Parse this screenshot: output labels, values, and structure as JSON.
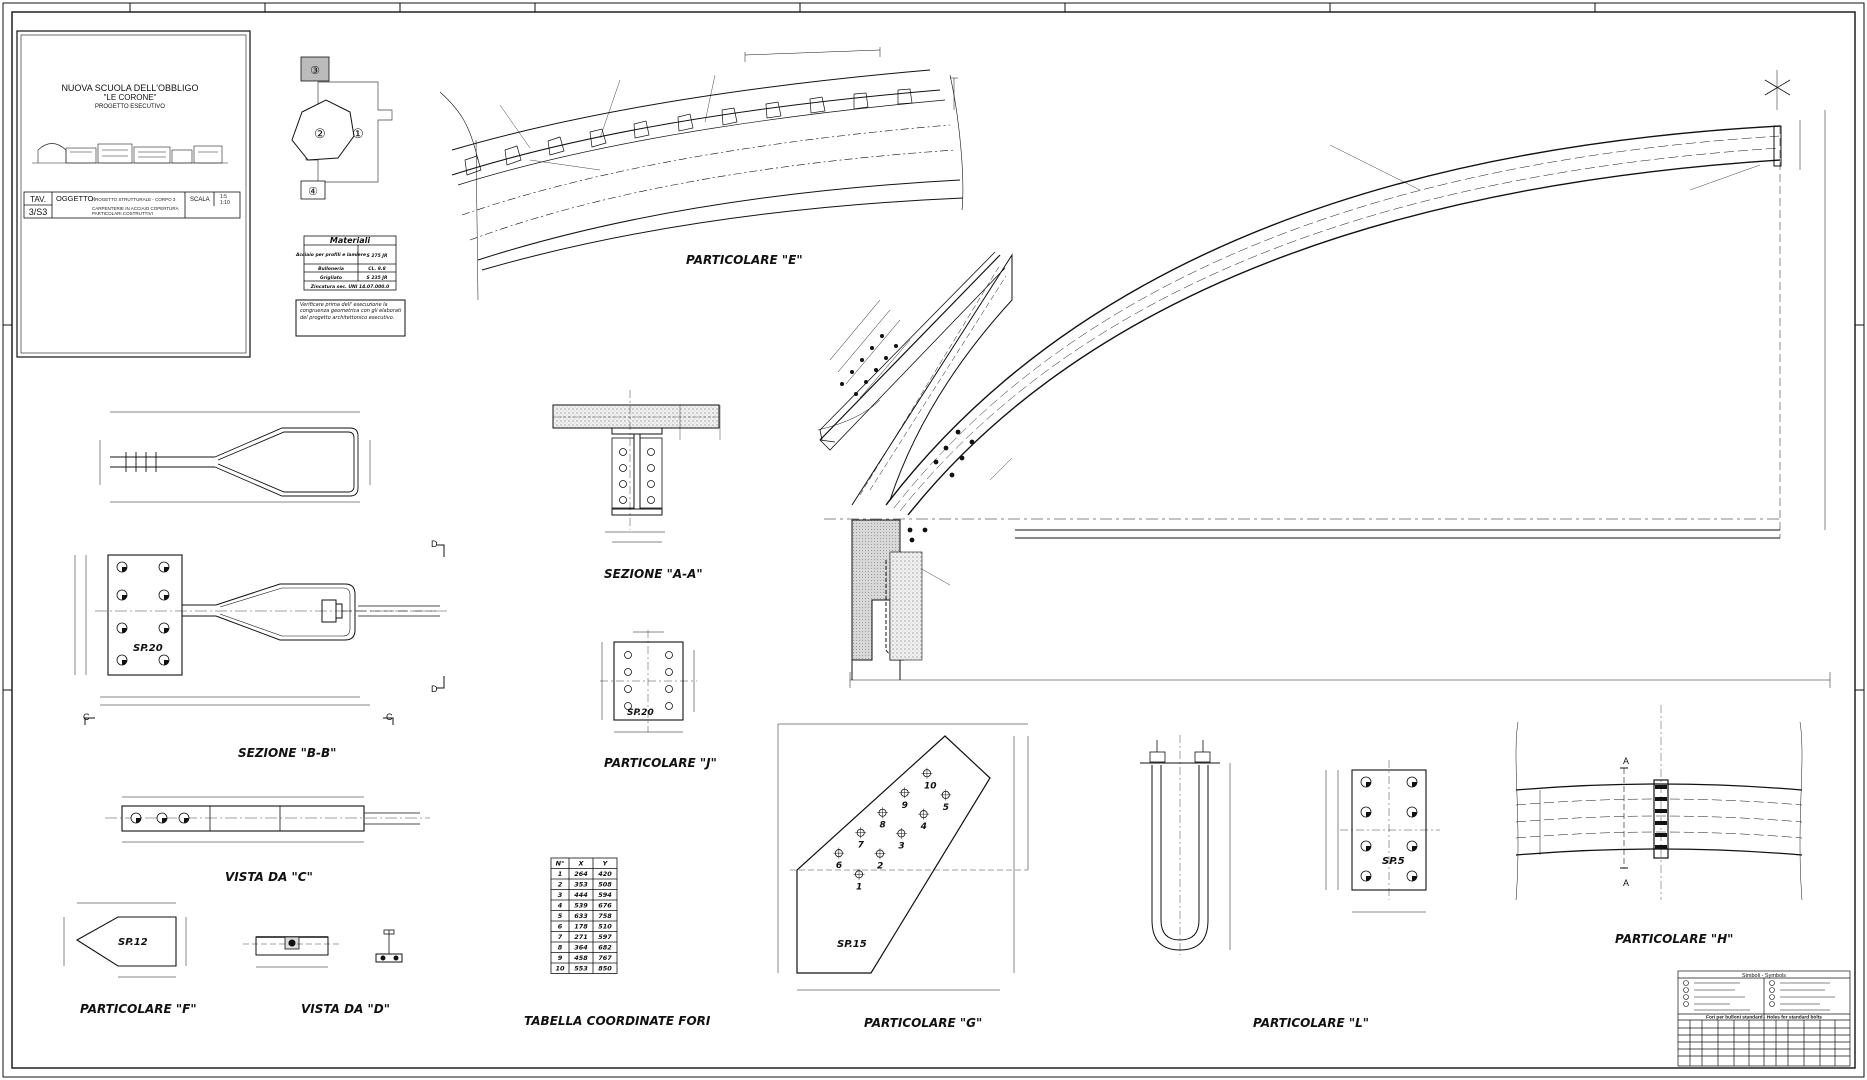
{
  "title_block": {
    "project_line1": "NUOVA SCUOLA DELL'OBBLIGO",
    "project_line2": "\"LE CORONE\"",
    "project_line3": "PROGETTO ESECUTIVO",
    "tav_label": "TAV.",
    "tav_number": "3/S3",
    "oggetto_label": "OGGETTO:",
    "oggetto_line1": "PROGETTO STRUTTURALE - CORPO 3",
    "oggetto_line2": "CARPENTERIE IN ACCIAIO COPERTURA",
    "oggetto_line3": "PARTICOLARI COSTRUTTIVI",
    "scala_label": "SCALA",
    "scala_values": [
      "1:5",
      "1:10"
    ]
  },
  "key_plan": {
    "blocks": [
      "③",
      "②",
      "①",
      "④"
    ]
  },
  "materials": {
    "heading": "Materiali",
    "rows": [
      {
        "item": "Acciaio per profili e lamiere",
        "value": "S 275 JR"
      },
      {
        "item": "Bulloneria",
        "value": "CL. 8.8"
      },
      {
        "item": "Grigliato",
        "value": "S 235 JR"
      },
      {
        "item": "Zincatura sec. UNI 14.07.000.0",
        "value": ""
      }
    ],
    "note": "Verificare prima dell' esecuzione la congruenza geometrica con gli elaborati del progetto architettonico esecutivo."
  },
  "section_titles": {
    "particolare_e": "PARTICOLARE \"E\"",
    "sezione_aa": "SEZIONE \"A-A\"",
    "sezione_bb": "SEZIONE \"B-B\"",
    "particolare_j": "PARTICOLARE \"J\"",
    "vista_c": "VISTA DA \"C\"",
    "particolare_f": "PARTICOLARE \"F\"",
    "vista_d": "VISTA DA \"D\"",
    "tabella": "TABELLA COORDINATE FORI",
    "particolare_g": "PARTICOLARE \"G\"",
    "particolare_l": "PARTICOLARE \"L\"",
    "particolare_h": "PARTICOLARE \"H\""
  },
  "plate_labels": {
    "sp20_bb": "SP.20",
    "sp20_j": "SP.20",
    "sp12": "SP.12",
    "sp15": "SP.15",
    "sp5": "SP.5"
  },
  "section_markers": {
    "d": "D",
    "c": "C",
    "a": "A"
  },
  "hole_table": {
    "headers": [
      "N°",
      "X",
      "Y"
    ],
    "rows": [
      [
        "1",
        "264",
        "420"
      ],
      [
        "2",
        "353",
        "508"
      ],
      [
        "3",
        "444",
        "594"
      ],
      [
        "4",
        "539",
        "676"
      ],
      [
        "5",
        "633",
        "758"
      ],
      [
        "6",
        "178",
        "510"
      ],
      [
        "7",
        "271",
        "597"
      ],
      [
        "8",
        "364",
        "682"
      ],
      [
        "9",
        "458",
        "767"
      ],
      [
        "10",
        "553",
        "850"
      ]
    ]
  },
  "hole_numbers_g": [
    "1",
    "2",
    "3",
    "4",
    "5",
    "6",
    "7",
    "8",
    "9",
    "10"
  ],
  "legend": {
    "heading": "Simboli - Symbols",
    "subheading": "Fori per bulloni standard - Holes for standard bolts"
  },
  "colors": {
    "line": "#111111",
    "background": "#ffffff",
    "hatch": "#888888"
  }
}
